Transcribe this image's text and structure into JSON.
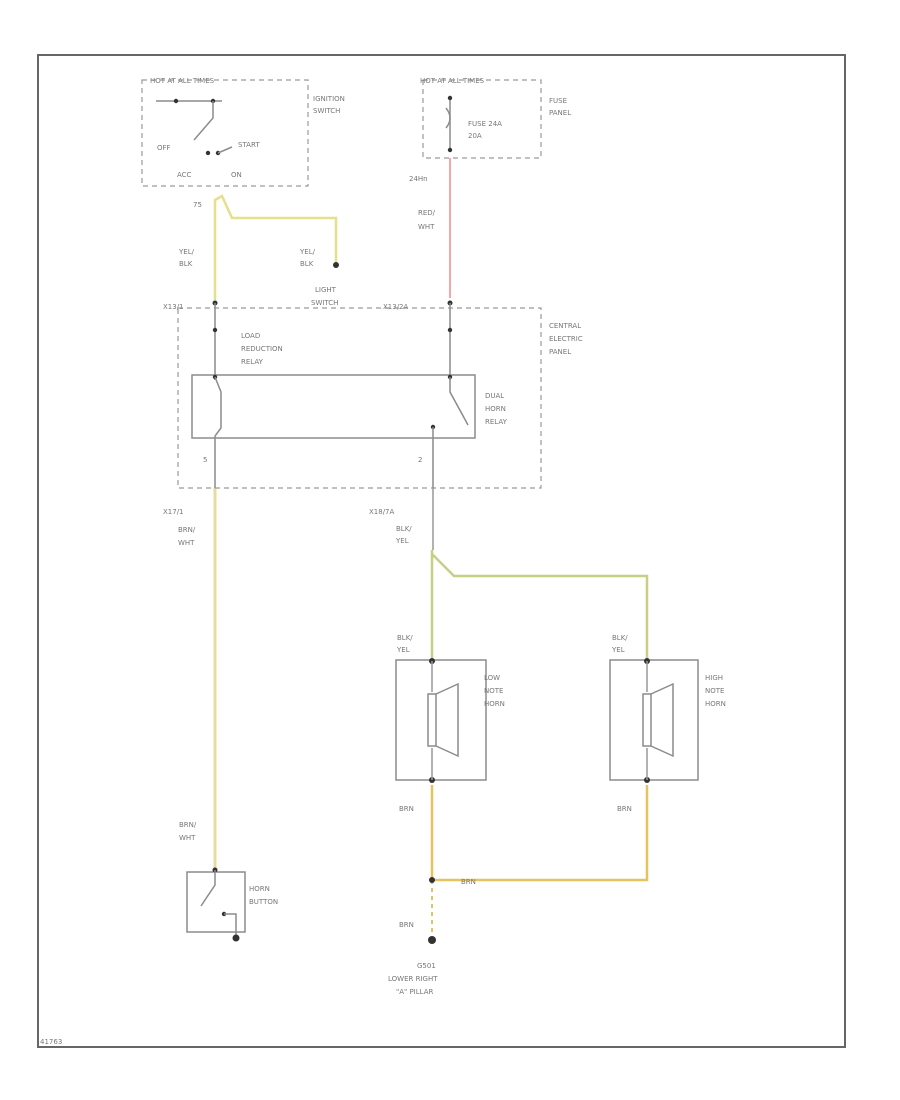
{
  "diagram": {
    "ignition": {
      "hot_label": "HOT AT ALL TIMES",
      "name_1": "IGNITION",
      "name_2": "SWITCH",
      "off": "OFF",
      "start": "START",
      "acc": "ACC",
      "on": "ON",
      "terminal": "75"
    },
    "fuse_panel": {
      "hot_label": "HOT AT ALL TIMES",
      "name_1": "FUSE",
      "name_2": "PANEL",
      "fuse_1": "FUSE 24A",
      "fuse_2": "20A",
      "circuit": "24Hn"
    },
    "wires": {
      "red_wht_1": "RED/",
      "red_wht_2": "WHT",
      "yel_blk_left_1": "YEL/",
      "yel_blk_left_2": "BLK",
      "yel_blk_right_1": "YEL/",
      "yel_blk_right_2": "BLK",
      "light_switch_1": "LIGHT",
      "light_switch_2": "SWITCH",
      "conn_left": "X13/1",
      "conn_right": "X13/2A",
      "brn_wht_top_1": "BRN/",
      "brn_wht_top_2": "WHT",
      "conn_x17": "X17/1",
      "conn_x18": "X18/7A",
      "blk_yel_top_1": "BLK/",
      "blk_yel_top_2": "YEL",
      "blk_yel_low_1": "BLK/",
      "blk_yel_low_2": "YEL",
      "blk_yel_high_1": "BLK/",
      "blk_yel_high_2": "YEL",
      "brn_low": "BRN",
      "brn_high": "BRN",
      "brn_joint": "BRN",
      "brn_ground": "BRN",
      "brn_wht_btm_1": "BRN/",
      "brn_wht_btm_2": "WHT"
    },
    "central_panel": {
      "name_1": "CENTRAL",
      "name_2": "ELECTRIC",
      "name_3": "PANEL",
      "load_1": "LOAD",
      "load_2": "REDUCTION",
      "load_3": "RELAY",
      "dual_1": "DUAL",
      "dual_2": "HORN",
      "dual_3": "RELAY",
      "pin_left": "5",
      "pin_right": "2"
    },
    "horns": {
      "low_1": "LOW",
      "low_2": "NOTE",
      "low_3": "HORN",
      "high_1": "HIGH",
      "high_2": "NOTE",
      "high_3": "HORN"
    },
    "horn_button": {
      "name_1": "HORN",
      "name_2": "BUTTON"
    },
    "ground": {
      "g1": "G501",
      "g2": "LOWER RIGHT",
      "g3": "\"A\" PILLAR"
    },
    "figure_id": "41763"
  },
  "colors": {
    "yel_blk": "#e6e08a",
    "red_wht": "#f5a6a6",
    "brn_wht": "#e8dba0",
    "blk_yel": "#c7cf86",
    "brn": "#e5c45e"
  }
}
